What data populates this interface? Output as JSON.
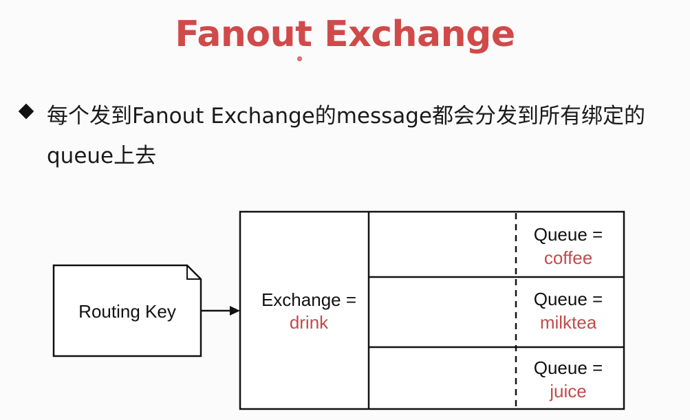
{
  "slide": {
    "title": "Fanout Exchange",
    "bullet": "每个发到Fanout Exchange的message都会分发到所有绑定的queue上去"
  },
  "diagram": {
    "routing_key_label": "Routing Key",
    "exchange_label": "Exchange =",
    "exchange_value": "drink",
    "queues": [
      {
        "label": "Queue =",
        "value": "coffee"
      },
      {
        "label": "Queue =",
        "value": "milktea"
      },
      {
        "label": "Queue =",
        "value": "juice"
      }
    ]
  },
  "colors": {
    "accent": "#d04a4a",
    "value_text": "#c24b4b",
    "stroke": "#111111"
  }
}
